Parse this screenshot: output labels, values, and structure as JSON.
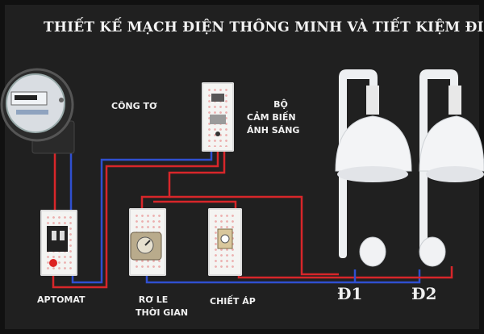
{
  "title": "THIẾT KẾ MẠCH ĐIỆN THÔNG MINH VÀ TIẾT KIỆM ĐIỆN",
  "labels": {
    "meter": "CÔNG TƠ",
    "sensor_line1": "BỘ",
    "sensor_line2": "CẢM BIẾN",
    "sensor_line3": "ÁNH SÁNG",
    "breaker": "APTOMAT",
    "relay_line1": "RƠ LE",
    "relay_line2": "THỜI GIAN",
    "dimmer": "CHIẾT ÁP",
    "lamp1": "Đ1",
    "lamp2": "Đ2"
  },
  "colors": {
    "board": "#202020",
    "wire_red": "#d8262a",
    "wire_blue": "#2f4fd0",
    "panel": "#f4f4f2",
    "lamp": "#f3f4f6"
  },
  "icons": [
    "electric-meter-icon",
    "light-sensor-icon",
    "circuit-breaker-icon",
    "timer-relay-icon",
    "dimmer-icon",
    "lamp-icon"
  ]
}
